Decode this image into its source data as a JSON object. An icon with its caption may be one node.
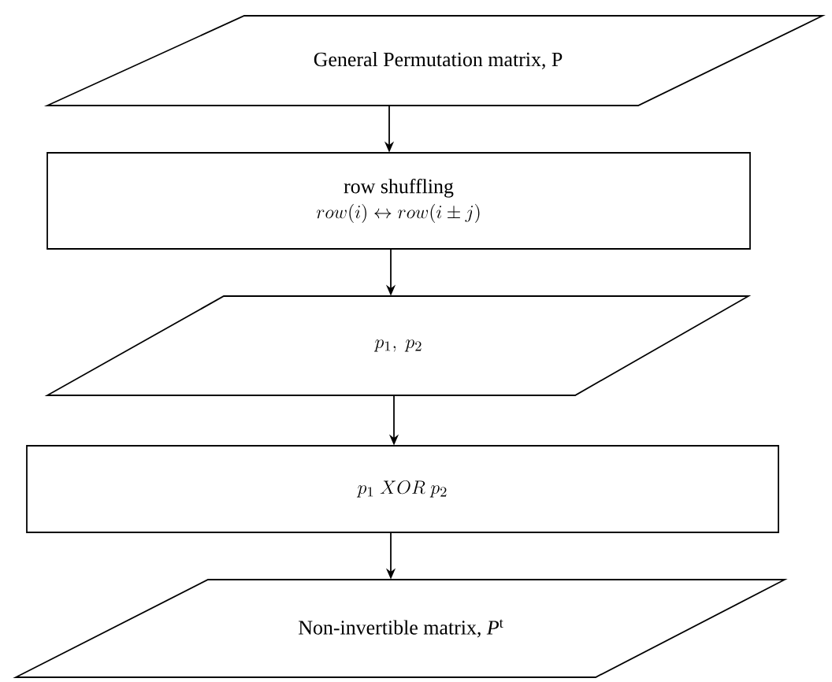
{
  "diagram": {
    "nodes": [
      {
        "text": [
          "General Permutation matrix, P"
        ]
      },
      {
        "text": [
          "row shuffling",
          "row(i) \\leftrightarrow row(i \\pm j)"
        ]
      },
      {
        "text": [
          "p_1,\\ p_2"
        ]
      },
      {
        "text": [
          "p_1\\ XOR\\ p_2"
        ]
      },
      {
        "text": [
          "Non-invertible matrix, *P*$^{t}$"
        ]
      }
    ],
    "edges": [
      {
        "from": 0,
        "to": 1,
        "arrow": "to"
      },
      {
        "from": 1,
        "to": 2,
        "arrow": "to"
      },
      {
        "from": 2,
        "to": 3,
        "arrow": "to"
      },
      {
        "from": 3,
        "to": 4,
        "arrow": "to"
      }
    ]
  }
}
